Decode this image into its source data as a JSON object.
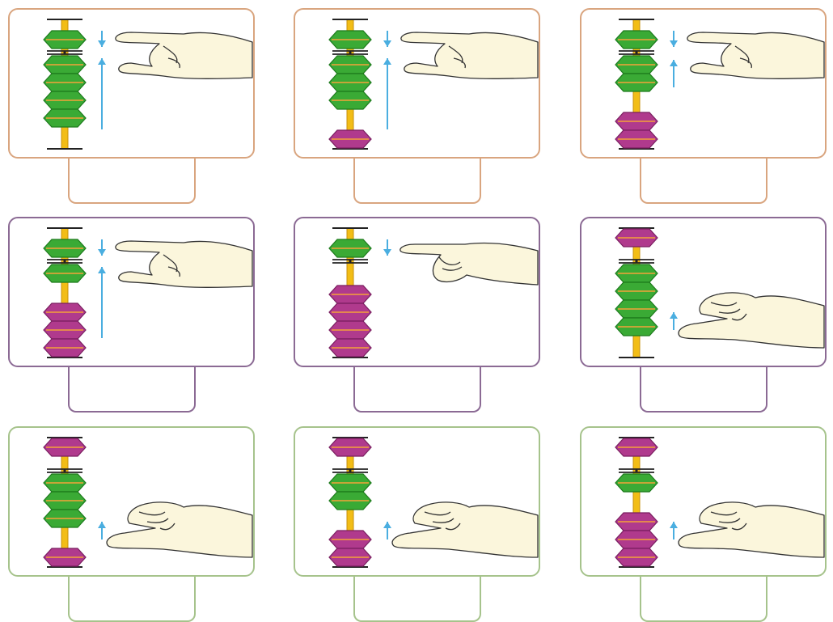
{
  "colors": {
    "row_borders": [
      "#d9a57f",
      "#8b6a94",
      "#a6c38c"
    ],
    "rod": "#f2bd16",
    "rod_edge": "#c7900c",
    "bead_up": "#3aaa35",
    "bead_up_edge": "#1d7a1c",
    "bead_down": "#b03a8d",
    "bead_down_edge": "#7a1f60",
    "bead_line": "#f4a13a",
    "bar": "#222222",
    "arrow": "#4aaee0",
    "hand_fill": "#fbf6dc",
    "hand_line": "#333333"
  },
  "cards": [
    {
      "upper": "green",
      "lower": [
        "green",
        "green",
        "green",
        "green"
      ],
      "gesture": "pinch",
      "arrows": [
        "down-short",
        "up-long"
      ]
    },
    {
      "upper": "green",
      "lower": [
        "green",
        "green",
        "green",
        "purple"
      ],
      "gesture": "pinch",
      "arrows": [
        "down-short",
        "up-long"
      ]
    },
    {
      "upper": "green",
      "lower": [
        "green",
        "green",
        "purple",
        "purple"
      ],
      "gesture": "pinch",
      "arrows": [
        "down-short",
        "up-short"
      ]
    },
    {
      "upper": "green",
      "lower": [
        "green",
        "purple",
        "purple",
        "purple"
      ],
      "gesture": "pinch",
      "arrows": [
        "down-short",
        "up-long"
      ]
    },
    {
      "upper": "green",
      "lower": [
        "purple",
        "purple",
        "purple",
        "purple"
      ],
      "gesture": "point",
      "arrows": [
        "down-short"
      ]
    },
    {
      "upper": "purple",
      "lower": [
        "green",
        "green",
        "green",
        "green"
      ],
      "gesture": "thumb-up",
      "arrows": [
        "up-short"
      ]
    },
    {
      "upper": "purple",
      "lower": [
        "green",
        "green",
        "green",
        "purple"
      ],
      "gesture": "thumb-up",
      "arrows": [
        "up-short"
      ]
    },
    {
      "upper": "purple",
      "lower": [
        "green",
        "green",
        "purple",
        "purple"
      ],
      "gesture": "thumb-up",
      "arrows": [
        "up-short"
      ]
    },
    {
      "upper": "purple",
      "lower": [
        "green",
        "purple",
        "purple",
        "purple"
      ],
      "gesture": "thumb-up",
      "arrows": [
        "up-short"
      ]
    }
  ]
}
